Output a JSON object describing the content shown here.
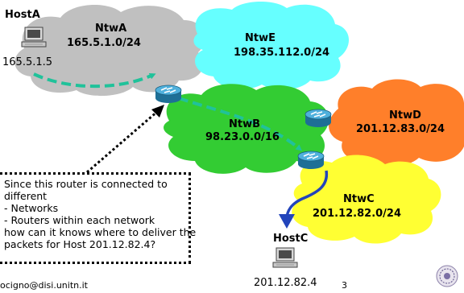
{
  "networks": [
    {
      "name": "NtwA",
      "prefix": "165.5.1.0/24",
      "color": "#c0c0c0"
    },
    {
      "name": "NtwE",
      "prefix": "198.35.112.0/24",
      "color": "#66ffff"
    },
    {
      "name": "NtwB",
      "prefix": "98.23.0.0/16",
      "color": "#33cc33"
    },
    {
      "name": "NtwD",
      "prefix": "201.12.83.0/24",
      "color": "#ff7f2a"
    },
    {
      "name": "NtwC",
      "prefix": "201.12.82.0/24",
      "color": "#ffff33"
    }
  ],
  "hosts": {
    "a": {
      "name": "HostA",
      "ip": "165.5.1.5"
    },
    "c": {
      "name": "HostC",
      "ip": "201.12.82.4"
    }
  },
  "note": {
    "lines": [
      "Since this router is connected to",
      "different",
      "- Networks",
      "- Routers within each network",
      "how can it knows where to deliver the",
      "packets for Host 201.12.82.4?"
    ]
  },
  "footer": {
    "email": "ocigno@disi.unitn.it",
    "page": "3"
  },
  "icons": [
    "router-icon",
    "host-computer-icon",
    "university-seal-icon"
  ]
}
